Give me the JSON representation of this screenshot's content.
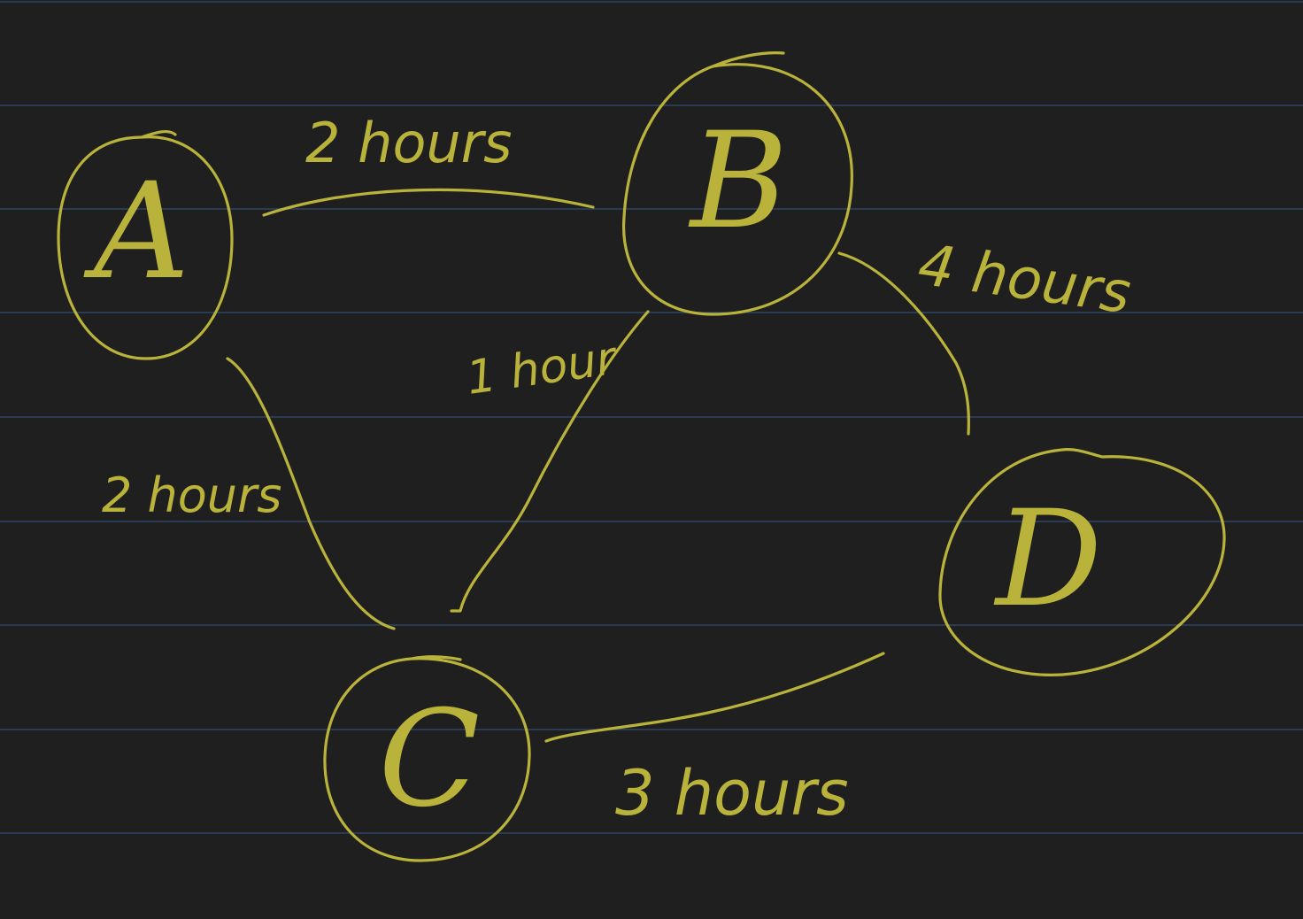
{
  "colors": {
    "background": "#201f1f",
    "ink": "#b9b33b",
    "rule_lines": "#2c4666"
  },
  "nodes": {
    "a": "A",
    "b": "B",
    "c": "C",
    "d": "D"
  },
  "edges": {
    "a_b": "2 hours",
    "a_c": "2 hours",
    "b_c": "1 hour",
    "b_d": "4 hours",
    "c_d": "3 hours"
  }
}
